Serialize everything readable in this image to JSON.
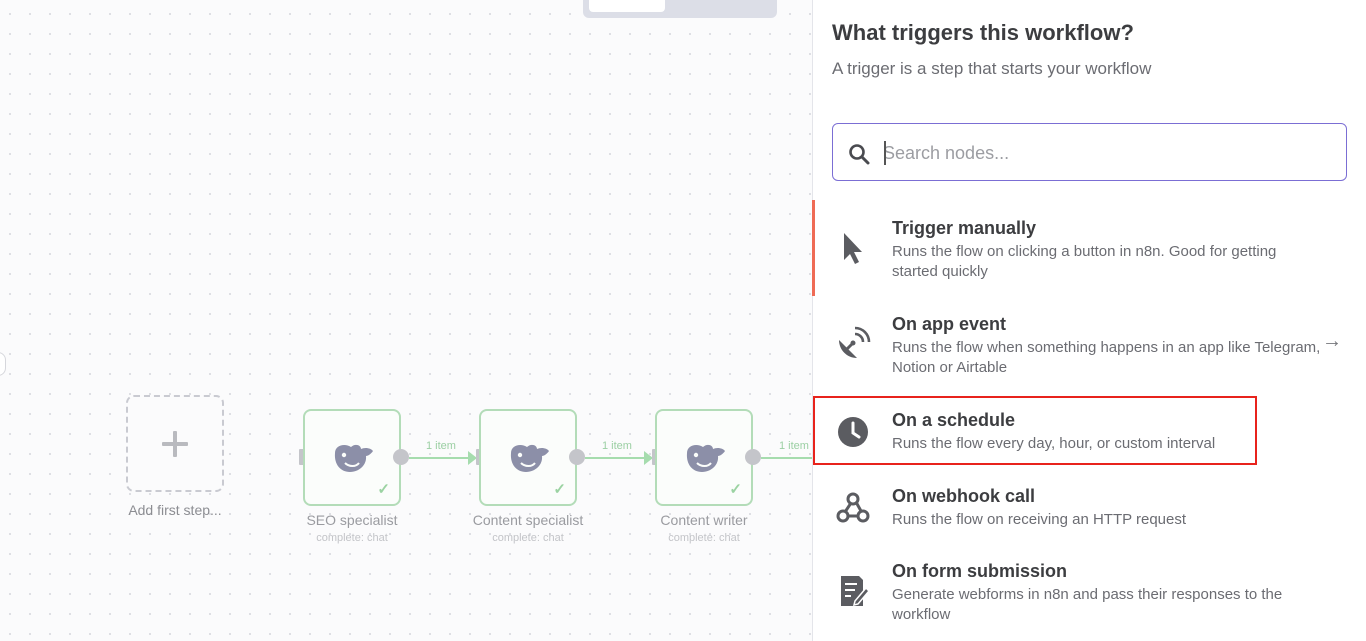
{
  "canvas": {
    "add_step_label": "Add first step...",
    "nodes": [
      {
        "title": "SEO specialist",
        "subtitle": "complete: chat"
      },
      {
        "title": "Content specialist",
        "subtitle": "complete: chat"
      },
      {
        "title": "Content writer",
        "subtitle": "complete: chat"
      }
    ],
    "edges": [
      {
        "label": "1 item"
      },
      {
        "label": "1 item"
      },
      {
        "label": "1 item"
      }
    ]
  },
  "panel": {
    "title": "What triggers this workflow?",
    "subtitle": "A trigger is a step that starts your workflow",
    "search": {
      "placeholder": "Search nodes...",
      "value": ""
    },
    "items": [
      {
        "title": "Trigger manually",
        "description": "Runs the flow on clicking a button in n8n. Good for getting started quickly",
        "icon": "cursor-icon",
        "active": true
      },
      {
        "title": "On app event",
        "description": "Runs the flow when something happens in an app like Telegram, Notion or Airtable",
        "icon": "satellite-dish-icon",
        "has_arrow": true
      },
      {
        "title": "On a schedule",
        "description": "Runs the flow every day, hour, or custom interval",
        "icon": "clock-icon",
        "highlighted": true
      },
      {
        "title": "On webhook call",
        "description": "Runs the flow on receiving an HTTP request",
        "icon": "webhook-icon"
      },
      {
        "title": "On form submission",
        "description": "Generate webforms in n8n and pass their responses to the workflow",
        "icon": "form-icon"
      }
    ]
  },
  "colors": {
    "accent": "#ef6b55",
    "highlight_border": "#e8231c",
    "node_success": "#a6dcae",
    "search_focus": "#7b6ed4"
  }
}
